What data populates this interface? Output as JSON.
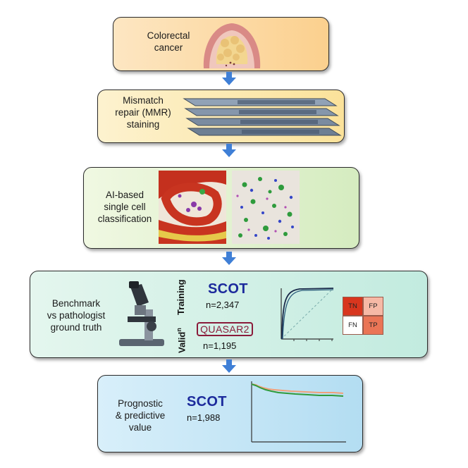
{
  "boxes": {
    "colorectal": {
      "lines": [
        "Colorectal",
        "cancer"
      ]
    },
    "mmr": {
      "lines": [
        "Mismatch",
        "repair (MMR)",
        "staining"
      ]
    },
    "ai": {
      "lines": [
        "AI-based",
        "single cell",
        "classification"
      ]
    },
    "benchmark": {
      "lines": [
        "Benchmark",
        "vs pathologist",
        "ground truth"
      ],
      "training_label": "Training",
      "validation_label": "Valid",
      "validation_sup": "n",
      "scot_label": "SCOT",
      "scot_n": "n=2,347",
      "quasar_label": "QUASAR2",
      "quasar_n": "n=1,195",
      "confusion": {
        "tn": "TN",
        "fp": "FP",
        "fn": "FN",
        "tp": "TP"
      }
    },
    "prognostic": {
      "lines": [
        "Prognostic",
        "& predictive",
        "value"
      ],
      "scot_label": "SCOT",
      "scot_n": "n=1,988"
    }
  },
  "colors": {
    "box1": "#fbd59b",
    "box2": "#fbe7a5",
    "box3": "#dcefc9",
    "box4": "#c9ede2",
    "box5": "#bfe3f5",
    "arrow": "#3f7fd6",
    "scot_text": "#1c2a9c",
    "quasar": "#8a1b3a",
    "tn": "#d8361e",
    "fp": "#f6b9a6",
    "fn": "#ffffff",
    "tp": "#ea7556",
    "km_line1": "#f2a07a",
    "km_line2": "#2f9a3a"
  }
}
